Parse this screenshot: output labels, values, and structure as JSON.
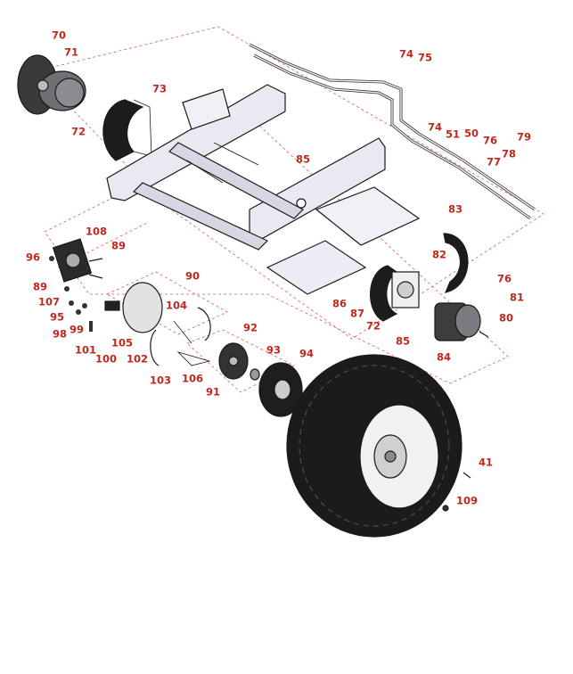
{
  "diagram": {
    "callouts": [
      "70",
      "71",
      "72",
      "73",
      "74",
      "75",
      "74",
      "51",
      "50",
      "76",
      "77",
      "78",
      "79",
      "85",
      "83",
      "82",
      "76",
      "81",
      "80",
      "84",
      "86",
      "87",
      "72",
      "85",
      "108",
      "89",
      "96",
      "89",
      "107",
      "95",
      "98",
      "99",
      "101",
      "100",
      "90",
      "104",
      "105",
      "102",
      "103",
      "106",
      "91",
      "92",
      "93",
      "94",
      "41",
      "109"
    ]
  }
}
